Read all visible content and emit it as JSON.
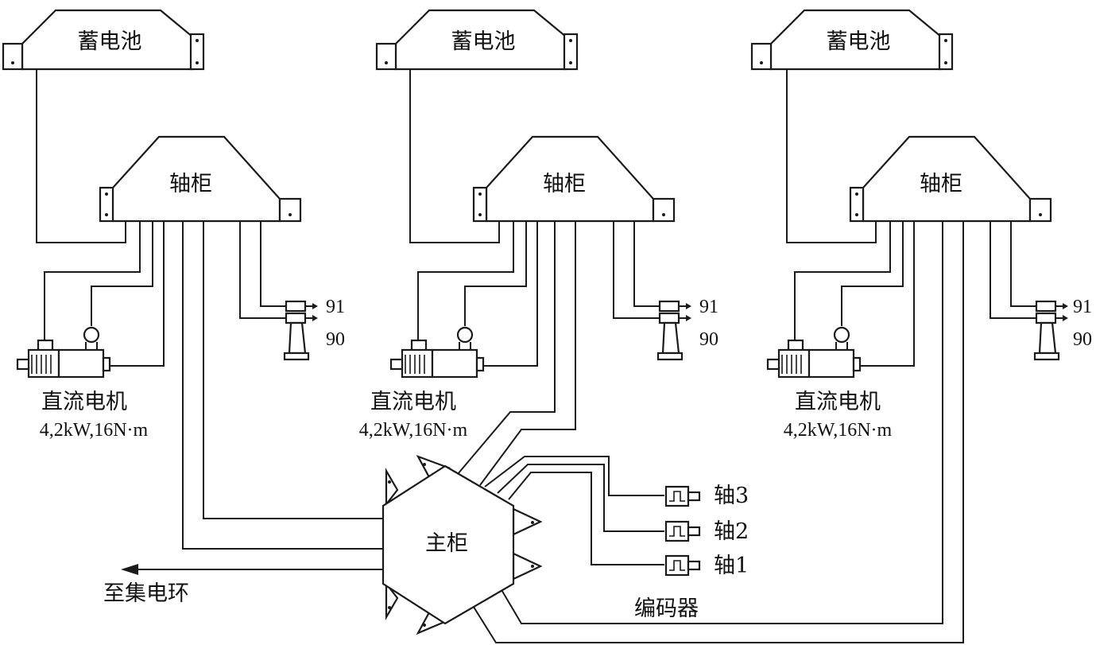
{
  "units": [
    {
      "battery_label": "蓄电池",
      "cabinet_label": "轴柜",
      "motor_label": "直流电机",
      "motor_spec": "4,2kW,16N·m",
      "limit_top": "91",
      "limit_bottom": "90"
    },
    {
      "battery_label": "蓄电池",
      "cabinet_label": "轴柜",
      "motor_label": "直流电机",
      "motor_spec": "4,2kW,16N·m",
      "limit_top": "91",
      "limit_bottom": "90"
    },
    {
      "battery_label": "蓄电池",
      "cabinet_label": "轴柜",
      "motor_label": "直流电机",
      "motor_spec": "4,2kW,16N·m",
      "limit_top": "91",
      "limit_bottom": "90"
    }
  ],
  "main_cabinet": {
    "label": "主柜"
  },
  "slip_ring": {
    "label": "至集电环"
  },
  "encoders": {
    "caption": "编码器",
    "items": [
      {
        "label": "轴3"
      },
      {
        "label": "轴2"
      },
      {
        "label": "轴1"
      }
    ]
  }
}
